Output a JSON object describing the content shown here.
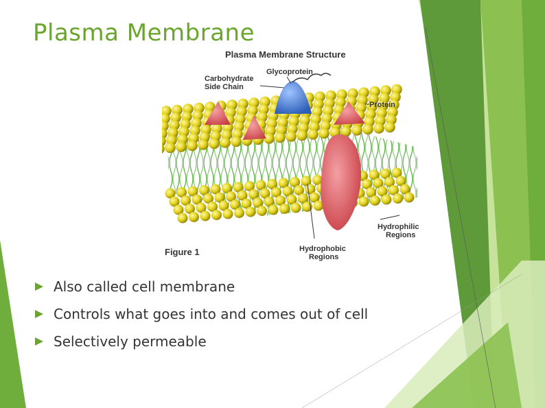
{
  "slide": {
    "title": "Plasma Membrane",
    "bullets": [
      "Also called cell membrane",
      "Controls what goes into and comes out of cell",
      "Selectively permeable"
    ]
  },
  "figure": {
    "heading": "Plasma Membrane Structure",
    "labels": {
      "carbohydrate_line1": "Carbohydrate",
      "carbohydrate_line2": "Side Chain",
      "glycoprotein": "Glycoprotein",
      "protein": "Protein",
      "hydrophilic_line1": "Hydrophilic",
      "hydrophilic_line2": "Regions",
      "hydrophobic_line1": "Hydrophobic",
      "hydrophobic_line2": "Regions",
      "figure_caption": "Figure 1"
    }
  },
  "colors": {
    "title_green": "#6aa52e",
    "bullet_green": "#6aa52e",
    "text_gray": "#333333",
    "deco_dark_green": "#5f9a3a",
    "deco_light_green": "#a9d170",
    "phospholipid_head": "#e2d21c",
    "tail_green": "#5fb04a",
    "protein_red": "#e0545a",
    "glycoprotein_blue": "#3f78d6"
  },
  "icons": {
    "bullet": "triangle-bullet-icon"
  }
}
